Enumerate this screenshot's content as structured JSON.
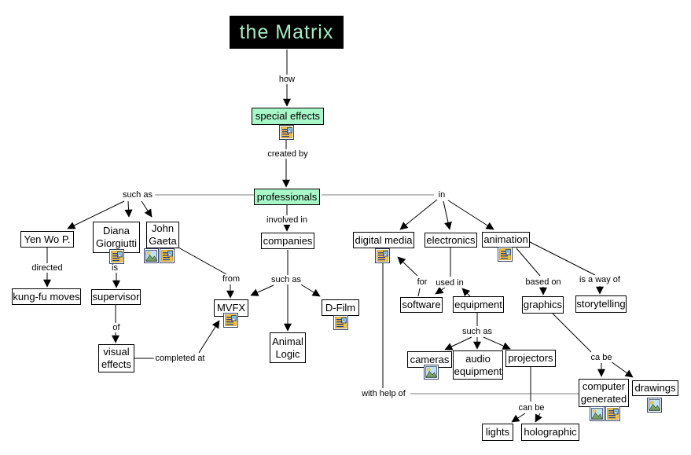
{
  "colors": {
    "background": "#ffffff",
    "topic_box_bg": "#000000",
    "topic_box_text": "#a6edc3",
    "highlight_box_bg": "#a8f7c8",
    "node_bg": "#ffffff",
    "node_border": "#000000",
    "connector": "#000000",
    "connector_gray": "#808080"
  },
  "icons": {
    "document_resource_icon": "small page with text lines and picture thumbnail",
    "image_resource_icon": "small landscape picture with sun and mountains"
  },
  "nodes": {
    "matrix": {
      "label": "the Matrix"
    },
    "special_effects": {
      "label": "special effects"
    },
    "professionals": {
      "label": "professionals"
    },
    "companies": {
      "label": "companies"
    },
    "yen_wo_p": {
      "label": "Yen Wo P."
    },
    "diana_giorgiutti": {
      "label": "Diana\nGiorgiutti"
    },
    "john_gaeta": {
      "label": "John\nGaeta"
    },
    "kung_fu_moves": {
      "label": "kung-fu moves"
    },
    "supervisor": {
      "label": "supervisor"
    },
    "visual_effects": {
      "label": "visual\neffects"
    },
    "mvfx": {
      "label": "MVFX"
    },
    "animal_logic": {
      "label": "Animal\nLogic"
    },
    "d_film": {
      "label": "D-Film"
    },
    "digital_media": {
      "label": "digital media"
    },
    "electronics": {
      "label": "electronics"
    },
    "animation": {
      "label": "animation"
    },
    "software": {
      "label": "software"
    },
    "equipment": {
      "label": "equipment"
    },
    "graphics": {
      "label": "graphics"
    },
    "storytelling": {
      "label": "storytelling"
    },
    "cameras": {
      "label": "cameras"
    },
    "audio_equipment": {
      "label": "audio\nequipment"
    },
    "projectors": {
      "label": "projectors"
    },
    "computer_generated": {
      "label": "computer\ngenerated"
    },
    "drawings": {
      "label": "drawings"
    },
    "lights": {
      "label": "lights"
    },
    "holographic": {
      "label": "holographic"
    }
  },
  "links": {
    "how": "how",
    "created_by": "created by",
    "such_as_people": "such as",
    "involved_in": "involved in",
    "in": "in",
    "directed": "directed",
    "is": "is",
    "of": "of",
    "completed_at": "completed at",
    "from": "from",
    "such_as_companies": "such as",
    "for": "for",
    "used_in": "used in",
    "based_on": "based on",
    "is_a_way_of": "is a way of",
    "such_as_equipment": "such as",
    "ca_be": "ca be",
    "with_help_of": "with help of",
    "can_be": "can be"
  }
}
